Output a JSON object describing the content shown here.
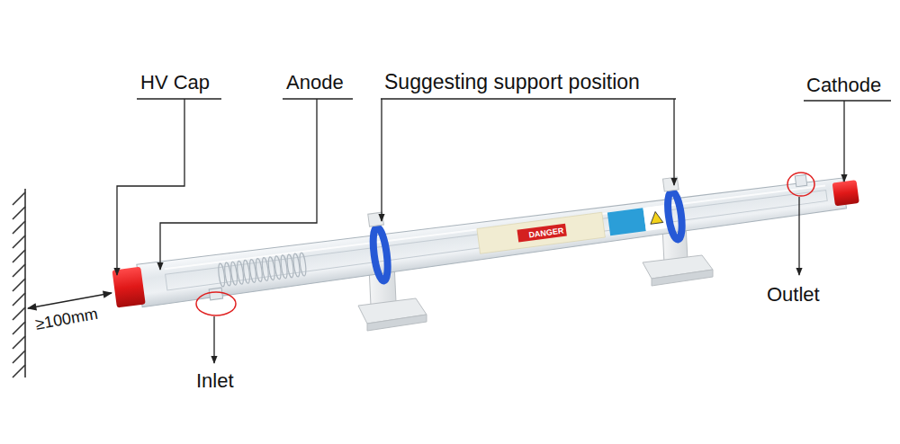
{
  "diagram": {
    "labels": [
      "HV Cap",
      "Anode",
      "Suggesting support position",
      "Cathode",
      "Outlet",
      "Inlet",
      "≥100mm",
      "DANGER"
    ]
  }
}
